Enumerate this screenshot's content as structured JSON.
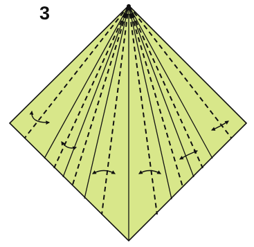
{
  "step": {
    "number": "3"
  },
  "diagram": {
    "fill_color": "#d8e78a",
    "stroke_color": "#111111",
    "dash_line_count": 8,
    "solid_line_count": 7,
    "arrow_icon": "double-headed-curved-arrow",
    "arrow_count": 6
  }
}
